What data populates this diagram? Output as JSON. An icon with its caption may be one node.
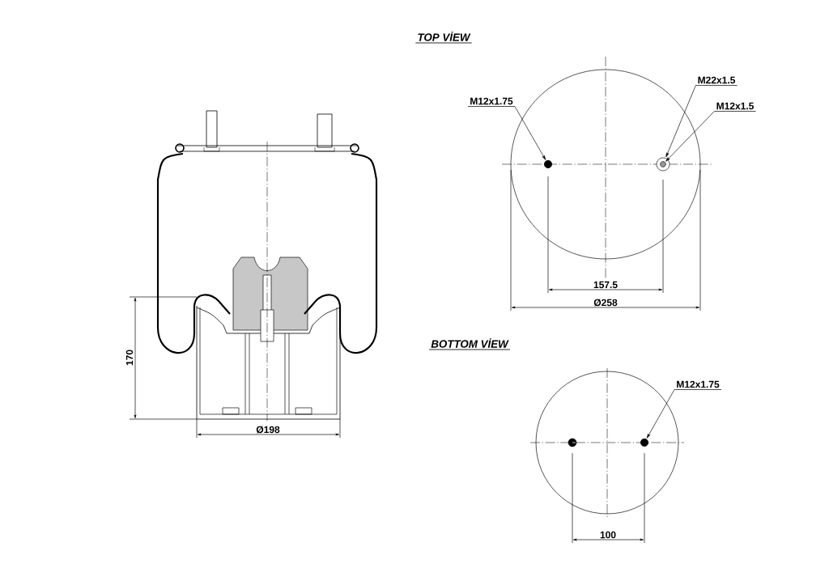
{
  "diagram": {
    "nodes": [
      {
        "text": [
          "M12x1.75"
        ]
      },
      {
        "text": [],
        "shape": "circle"
      },
      {
        "text": [
          "M22x1.5"
        ]
      },
      {
        "text": [
          "M12x1.5"
        ]
      },
      {
        "text": [],
        "shape": "circle"
      },
      {
        "text": [],
        "shape": "circle",
        "in": 4
      },
      {
        "text": [
          "M12x1.75"
        ]
      },
      {
        "text": [],
        "shape": "circle"
      }
    ],
    "edges": [
      {
        "from": 0,
        "to": 1,
        "arrow": "to"
      },
      {
        "from": 2,
        "to": 4,
        "arrow": "to"
      },
      {
        "from": 3,
        "to": 5,
        "arrow": "to"
      },
      {
        "from": 6,
        "to": 7,
        "arrow": "to"
      }
    ],
    "labels": [
      "TOP VİEW",
      "170",
      "Ø198",
      "157.5",
      "Ø258",
      "BOTTOM VİEW",
      "100"
    ]
  }
}
